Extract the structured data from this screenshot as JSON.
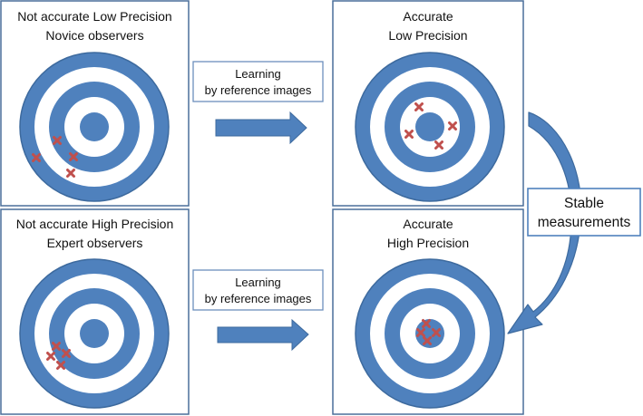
{
  "panels": {
    "top_left": {
      "title_line1": "Not accurate Low Precision",
      "title_line2": "Novice observers"
    },
    "bottom_left": {
      "title_line1": "Not accurate High Precision",
      "title_line2": "Expert observers"
    },
    "top_right": {
      "title_line1": "Accurate",
      "title_line2": "Low Precision"
    },
    "bottom_right": {
      "title_line1": "Accurate",
      "title_line2": "High Precision"
    }
  },
  "arrows": {
    "top_label_line1": "Learning",
    "top_label_line2": "by reference images",
    "bottom_label_line1": "Learning",
    "bottom_label_line2": "by reference images"
  },
  "side_note": {
    "line1": "Stable",
    "line2": "measurements"
  },
  "colors": {
    "ring_blue": "#4f81bd",
    "ring_stroke": "#3d6a9e",
    "marker_red": "#c0504d",
    "panel_border": "#4a6f9a",
    "arrow_fill": "#4f81bd",
    "arrow_stroke": "#3d6a9e"
  }
}
